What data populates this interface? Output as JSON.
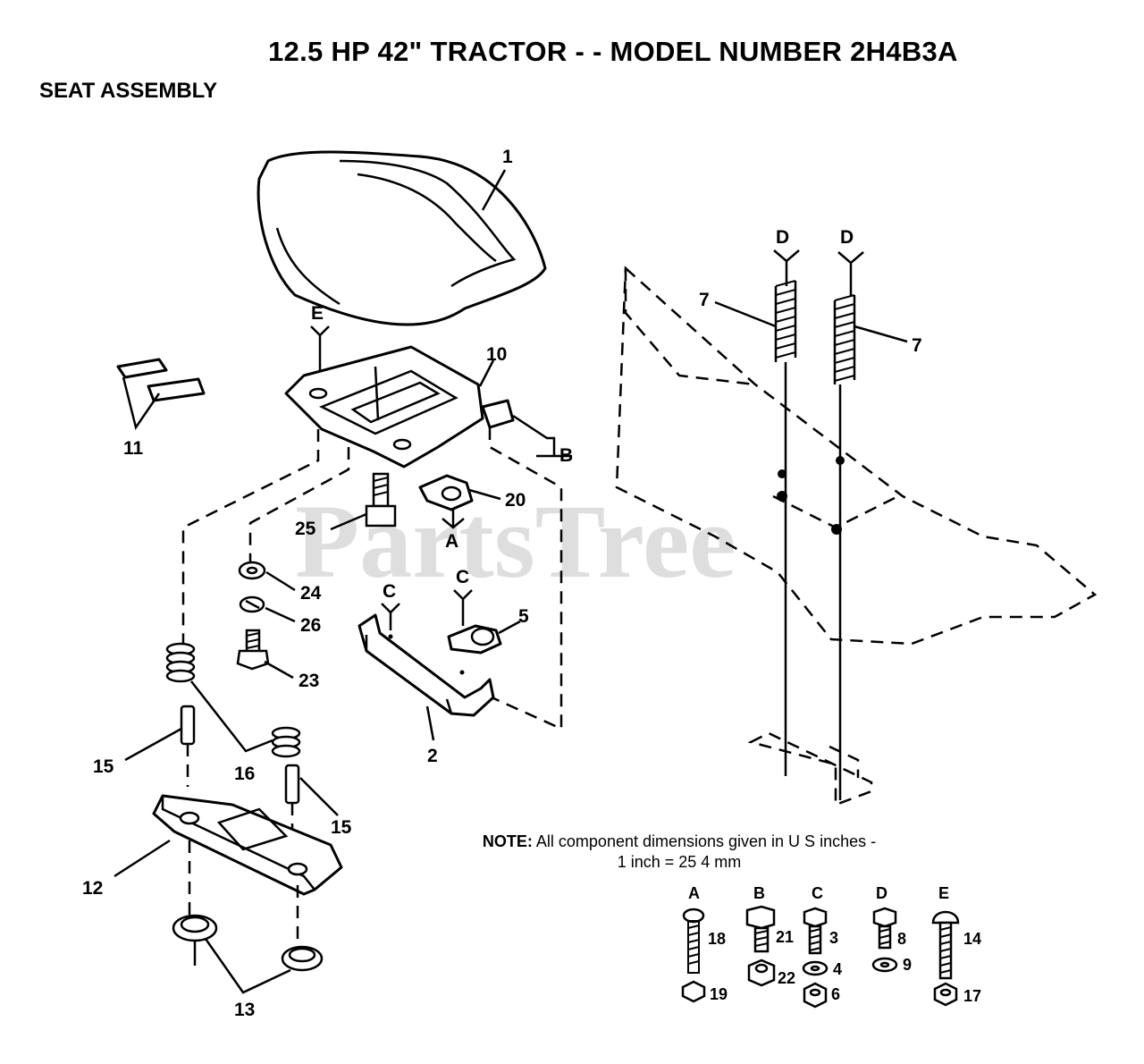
{
  "header": {
    "title": "12.5 HP 42\"  TRACTOR - - MODEL NUMBER 2H4B3A",
    "subtitle": "SEAT ASSEMBLY"
  },
  "watermark": "PartsTree",
  "note": {
    "prefix": "NOTE:",
    "line1": "All component dimensions given in U S  inches -",
    "line2": "1 inch = 25 4 mm"
  },
  "callouts": {
    "p1": "1",
    "p2": "2",
    "p5": "5",
    "p7a": "7",
    "p7b": "7",
    "p10": "10",
    "p11": "11",
    "p12": "12",
    "p13": "13",
    "p15a": "15",
    "p15b": "15",
    "p16": "16",
    "p20": "20",
    "p23": "23",
    "p24": "24",
    "p25": "25",
    "p26": "26"
  },
  "refs": {
    "A": "A",
    "B": "B",
    "C1": "C",
    "C2": "C",
    "D1": "D",
    "D2": "D",
    "E": "E"
  },
  "hardware_key": [
    {
      "letter": "A",
      "parts": [
        "18",
        "19"
      ]
    },
    {
      "letter": "B",
      "parts": [
        "21",
        "22"
      ]
    },
    {
      "letter": "C",
      "parts": [
        "3",
        "4",
        "6"
      ]
    },
    {
      "letter": "D",
      "parts": [
        "8",
        "9"
      ]
    },
    {
      "letter": "E",
      "parts": [
        "14",
        "17"
      ]
    }
  ],
  "colors": {
    "ink": "#000000",
    "watermark": "#d3d3d3",
    "background": "#ffffff"
  }
}
